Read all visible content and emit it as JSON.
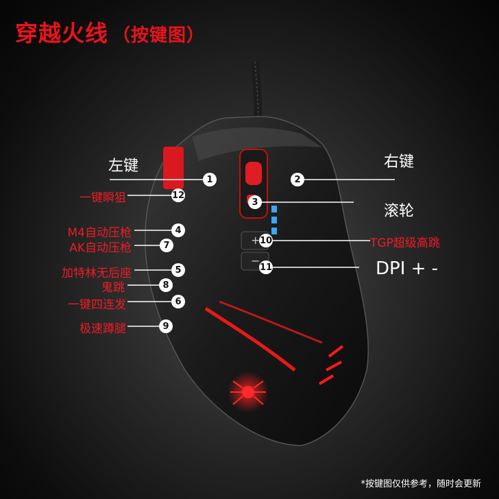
{
  "title": {
    "main": "穿越火线",
    "sub": "（按键图）"
  },
  "buttons": [
    {
      "num": "1",
      "label": "左键"
    },
    {
      "num": "2",
      "label": "右键"
    },
    {
      "num": "3",
      "label": "滚轮"
    },
    {
      "num": "12",
      "label": "一键瞬狙"
    },
    {
      "num": "4",
      "label": "M4自动压枪"
    },
    {
      "num": "7",
      "label": "AK自动压枪"
    },
    {
      "num": "10",
      "label": "TGP超级高跳"
    },
    {
      "num": "11",
      "label": "DPI + -"
    },
    {
      "num": "5",
      "label": "加特林无后座"
    },
    {
      "num": "8",
      "label": "鬼跳"
    },
    {
      "num": "6",
      "label": "一键四连发"
    },
    {
      "num": "9",
      "label": "极速蹲腿"
    }
  ],
  "dpi_marks": {
    "plus": "+",
    "minus": "−"
  },
  "footnote": "*按键图仅供参考，随时会更新",
  "colors": {
    "accent": "#e8141b",
    "label_red": "#ee1c24",
    "white": "#ffffff"
  }
}
